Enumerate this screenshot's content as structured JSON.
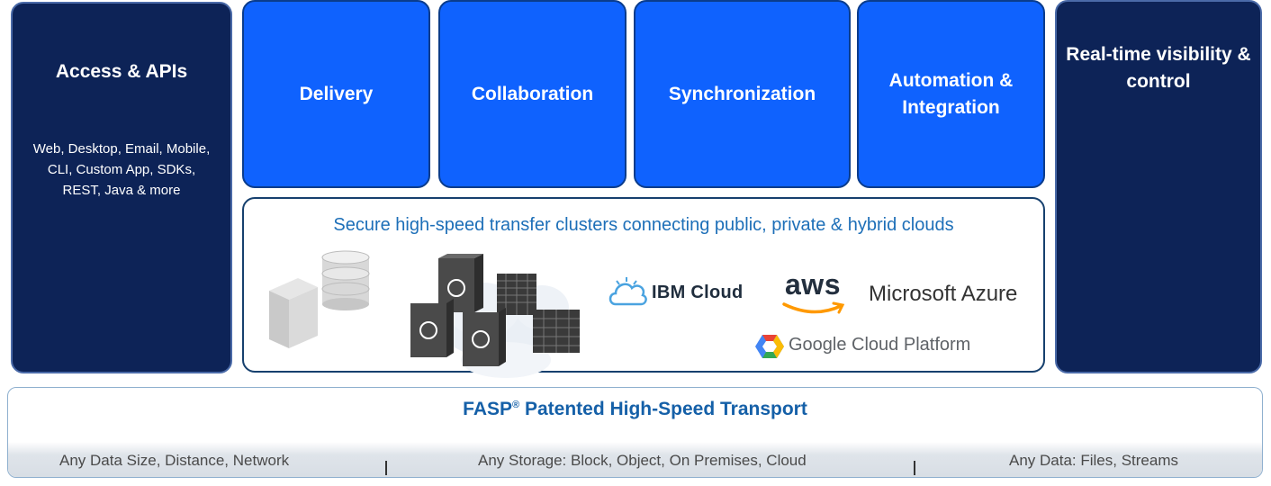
{
  "access": {
    "title": "Access & APIs",
    "desc": "Web, Desktop, Email, Mobile, CLI, Custom App, SDKs, REST, Java & more"
  },
  "capabilities": [
    {
      "label": "Delivery"
    },
    {
      "label": "Collaboration"
    },
    {
      "label": "Synchronization"
    },
    {
      "label": "Automation & Integration"
    }
  ],
  "realtime": {
    "title": "Real-time visibility & control"
  },
  "clusters": {
    "title": "Secure high-speed transfer clusters connecting public, private & hybrid clouds",
    "logos": {
      "ibm": "IBM Cloud",
      "aws": "aws",
      "azure": "Microsoft Azure",
      "gcp": "Google Cloud Platform"
    }
  },
  "fasp": {
    "title_main": "FASP",
    "title_reg": "®",
    "title_rest": " Patented High-Speed Transport",
    "items": [
      "Any Data Size, Distance, Network",
      "Any Storage: Block, Object, On Premises, Cloud",
      "Any Data: Files, Streams"
    ]
  },
  "colors": {
    "navy": "#0d2357",
    "blue": "#0f62fe",
    "accent_text": "#1d6fb8",
    "aws_orange": "#ff9900"
  }
}
